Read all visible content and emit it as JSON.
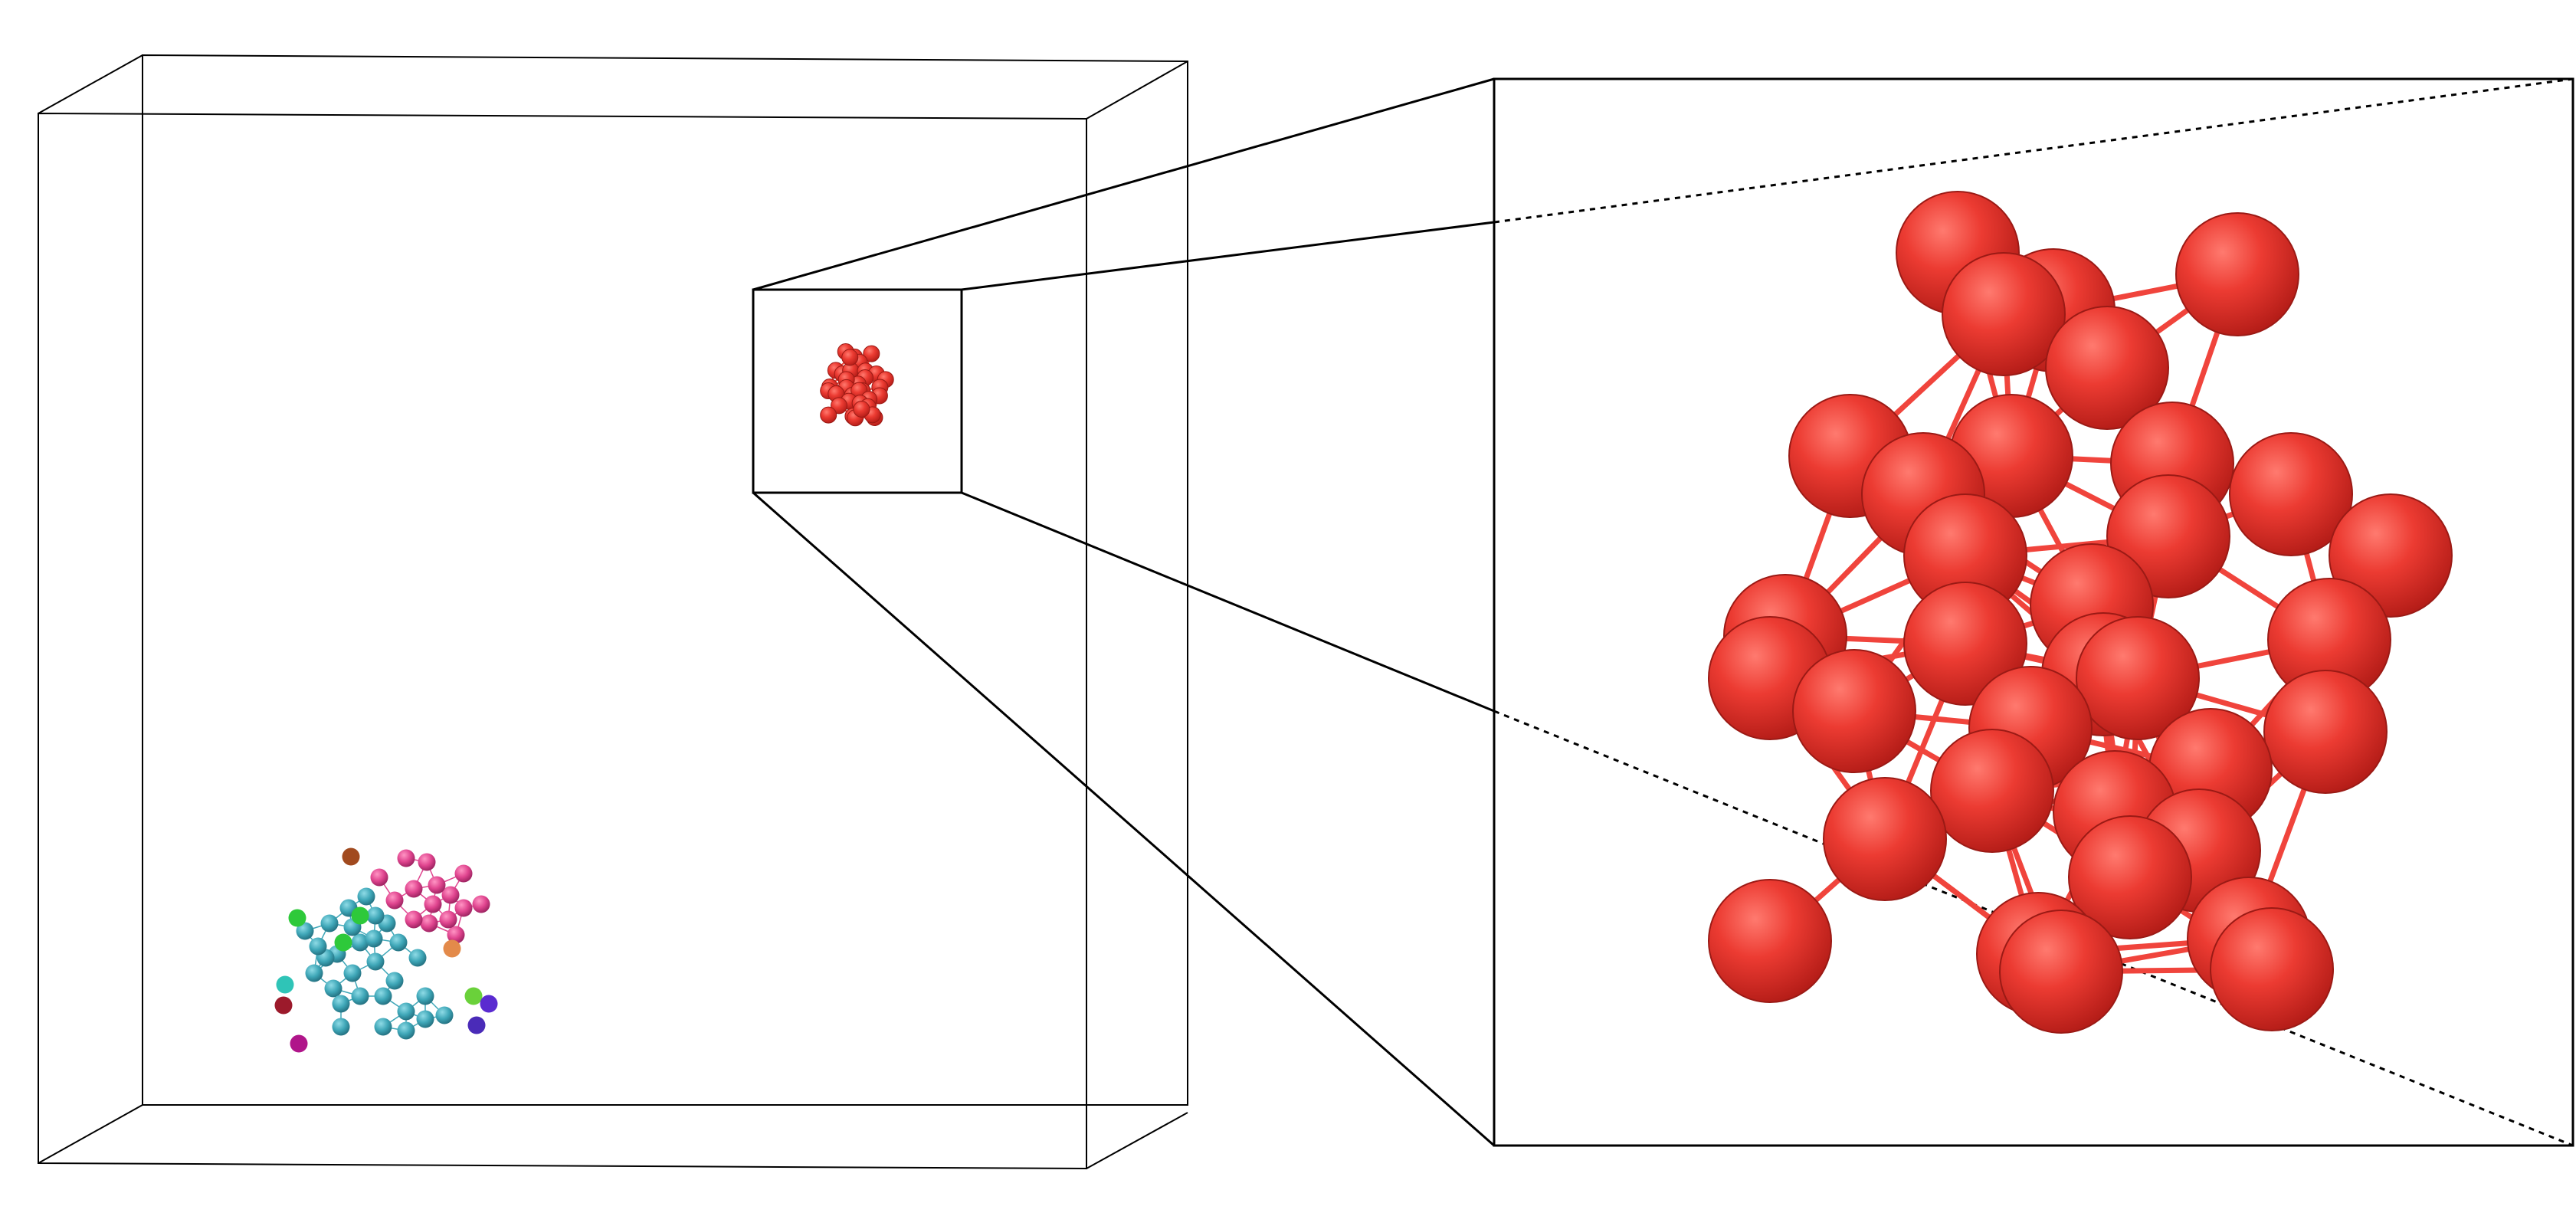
{
  "figure": {
    "simulation_box": {
      "shape": "3d-wireframe-cube",
      "line_color": "#000000"
    },
    "highlighted_cluster": {
      "atom_color": "#e8372f",
      "bond_color": "#f0443c",
      "atom_count": 30
    },
    "other_clusters": [
      {
        "name": "teal-cluster",
        "color": "#3fa7b8"
      },
      {
        "name": "pink-cluster",
        "color": "#e0458f"
      }
    ],
    "lone_atom_colors": [
      "#a14a1f",
      "#2ec93a",
      "#2fc4b7",
      "#9c1a2b",
      "#b0158a",
      "#e38a4a",
      "#6ad13a",
      "#5a2bd0",
      "#4a2bb8"
    ],
    "inset": {
      "frame_color": "#000000",
      "connector": "solid-and-dotted-lines"
    }
  }
}
